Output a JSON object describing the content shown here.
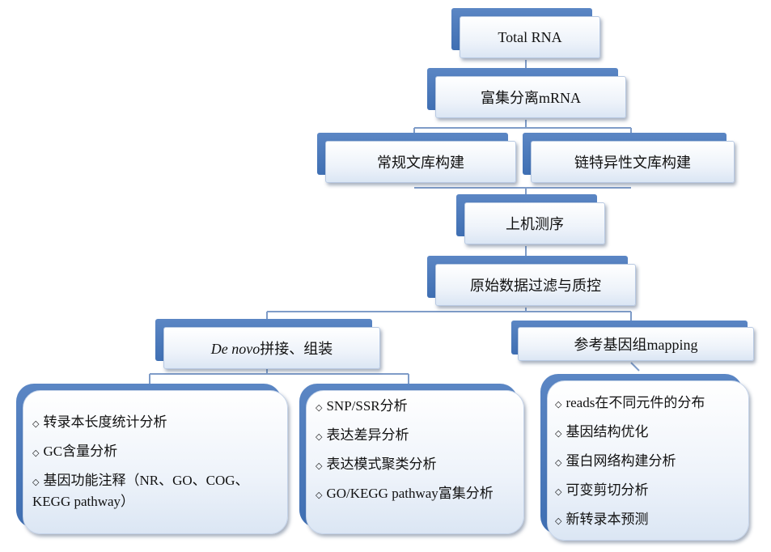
{
  "nodes": {
    "total_rna": "Total RNA",
    "mrna_enrich": "富集分离mRNA",
    "standard_lib": "常规文库构建",
    "strand_lib": "链特异性文库构建",
    "sequencing": "上机测序",
    "qc": "原始数据过滤与质控",
    "denovo_italic": "De novo",
    "denovo_rest": "拼接、组装",
    "reference": "参考基因组mapping"
  },
  "bullet_symbol": "◇",
  "box_denovo": {
    "items": [
      "转录本长度统计分析",
      "GC含量分析",
      "基因功能注释（NR、GO、COG、KEGG pathway）"
    ]
  },
  "box_expression": {
    "items": [
      "SNP/SSR分析",
      "表达差异分析",
      "表达模式聚类分析",
      "GO/KEGG pathway富集分析"
    ]
  },
  "box_reference": {
    "items": [
      "reads在不同元件的分布",
      "基因结构优化",
      "蛋白网络构建分析",
      "可变剪切分析",
      "新转录本预测"
    ]
  },
  "colors": {
    "accent": "#3f6fb3",
    "connector": "#7f9cc8"
  }
}
